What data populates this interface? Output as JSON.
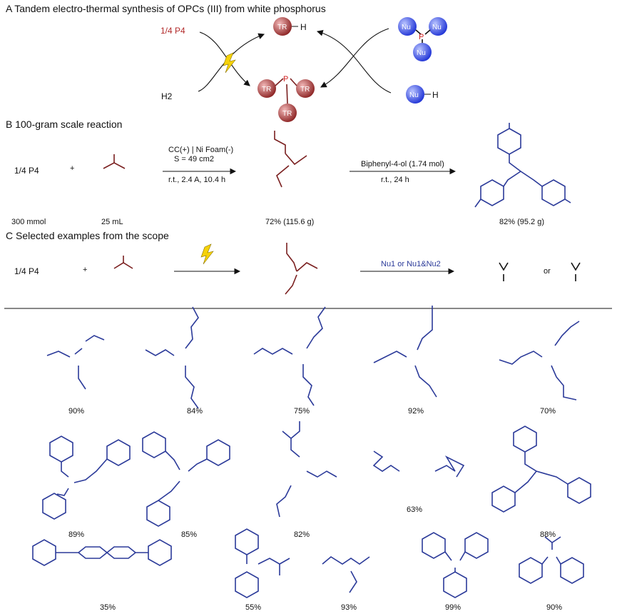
{
  "sectionA": {
    "title": "A  Tandem electro-thermal synthesis of OPCs (III) from white phosphorus",
    "p4": "1/4 P4",
    "h2": "H2",
    "trh": "TR",
    "nuh": "Nu",
    "h": "H"
  },
  "sectionB": {
    "title": "B  100-gram scale reaction",
    "p4": "1/4 P4",
    "plus": "+",
    "cond1_l1": "CC(+) | Ni Foam(-)",
    "cond1_l2": "S = 49 cm2",
    "cond1_l3": "r.t., 2.4 A, 10.4 h",
    "cond2_l1": "Biphenyl-4-ol (1.74 mol)",
    "cond2_l2": "r.t., 24 h",
    "amt1": "300 mmol",
    "amt2": "25 mL",
    "yield1": "72% (115.6 g)",
    "yield2": "82% (95.2 g)"
  },
  "sectionC": {
    "title": "C  Selected examples from the scope",
    "p4": "1/4 P4",
    "plus": "+",
    "reagent": "Nu1 or Nu1&Nu2",
    "or": "or"
  },
  "yields": {
    "r1": [
      "90%",
      "84%",
      "75%",
      "92%",
      "70%"
    ],
    "r2": [
      "89%",
      "85%",
      "82%",
      "63%",
      "88%"
    ],
    "r3": [
      "35%",
      "55%",
      "93%",
      "99%",
      "90%"
    ]
  }
}
